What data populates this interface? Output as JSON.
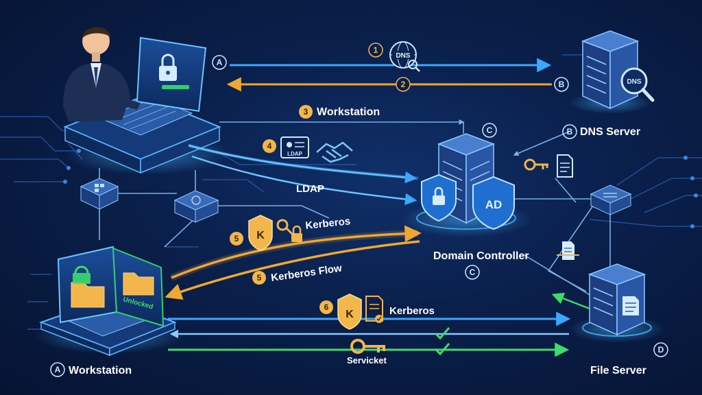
{
  "steps": {
    "s1": "1",
    "s2": "2",
    "s3": "3",
    "s4": "4",
    "s5a": "5",
    "s5b": "5",
    "s6": "6"
  },
  "badges": {
    "a_top": "A",
    "a_bottom": "A",
    "b_arrow": "B",
    "b_server": "B",
    "c_top": "C",
    "c_bottom": "C",
    "d": "D"
  },
  "labels": {
    "workstation_step": "Workstation",
    "ldap": "LDAP",
    "kerberos_top": "Kerberos",
    "kerberos_flow": "Kerberos Flow",
    "kerberos_bottom": "Kerberos",
    "serviceticket": "Servicket",
    "dns_server": "DNS Server",
    "domain_controller": "Domain Controller",
    "file_server": "File Server",
    "workstation_bottom": "Workstation"
  },
  "icon_text": {
    "dns_globe": "DNS",
    "dns_lens": "DNS",
    "ldap_card": "LDAP",
    "ad_shield": "AD",
    "k_top": "K",
    "k_bottom": "K",
    "unlocked": "Unlocked"
  },
  "colors": {
    "request_arrow": "#3aa8ff",
    "response_arrow": "#f0a830",
    "success_arrow": "#3ddc6a",
    "badge_fill": "#f2b64a",
    "glow": "#49b6ff"
  }
}
